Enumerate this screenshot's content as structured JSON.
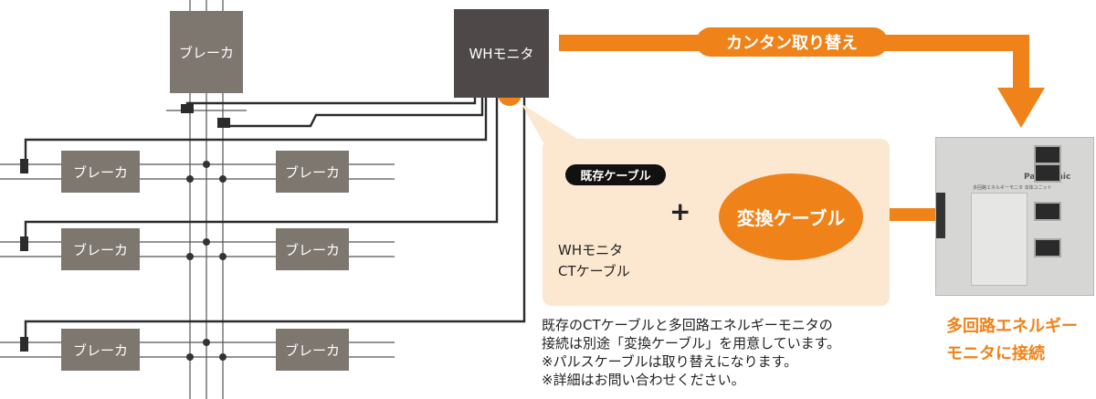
{
  "breaker_label": "ブレーカ",
  "monitor": {
    "label": "WHモニタ"
  },
  "flow": {
    "easy_replace": "カンタン取り替え"
  },
  "callout": {
    "existing_cable": "既存ケーブル",
    "ct_cable_line1": "WHモニタ",
    "ct_cable_line2": "CTケーブル",
    "plus": "+",
    "conversion_cable": "変換ケーブル"
  },
  "note": {
    "line1": "既存のCTケーブルと多回路エネルギーモニタの",
    "line2": "接続は別途「変換ケーブル」を用意しています。",
    "line3": "※パルスケーブルは取り替えになります。",
    "line4": "※詳細はお問い合わせください。"
  },
  "connection": {
    "line1": "多回路エネルギー",
    "line2": "モニタに接続"
  },
  "device": {
    "brand": "Panasonic",
    "subtitle": "多回路エネルギーモニタ 本体ユニット"
  },
  "colors": {
    "accent": "#ef8218",
    "breaker": "#7e7770",
    "monitor": "#4e4948",
    "callout_bg": "#fce7d0"
  }
}
